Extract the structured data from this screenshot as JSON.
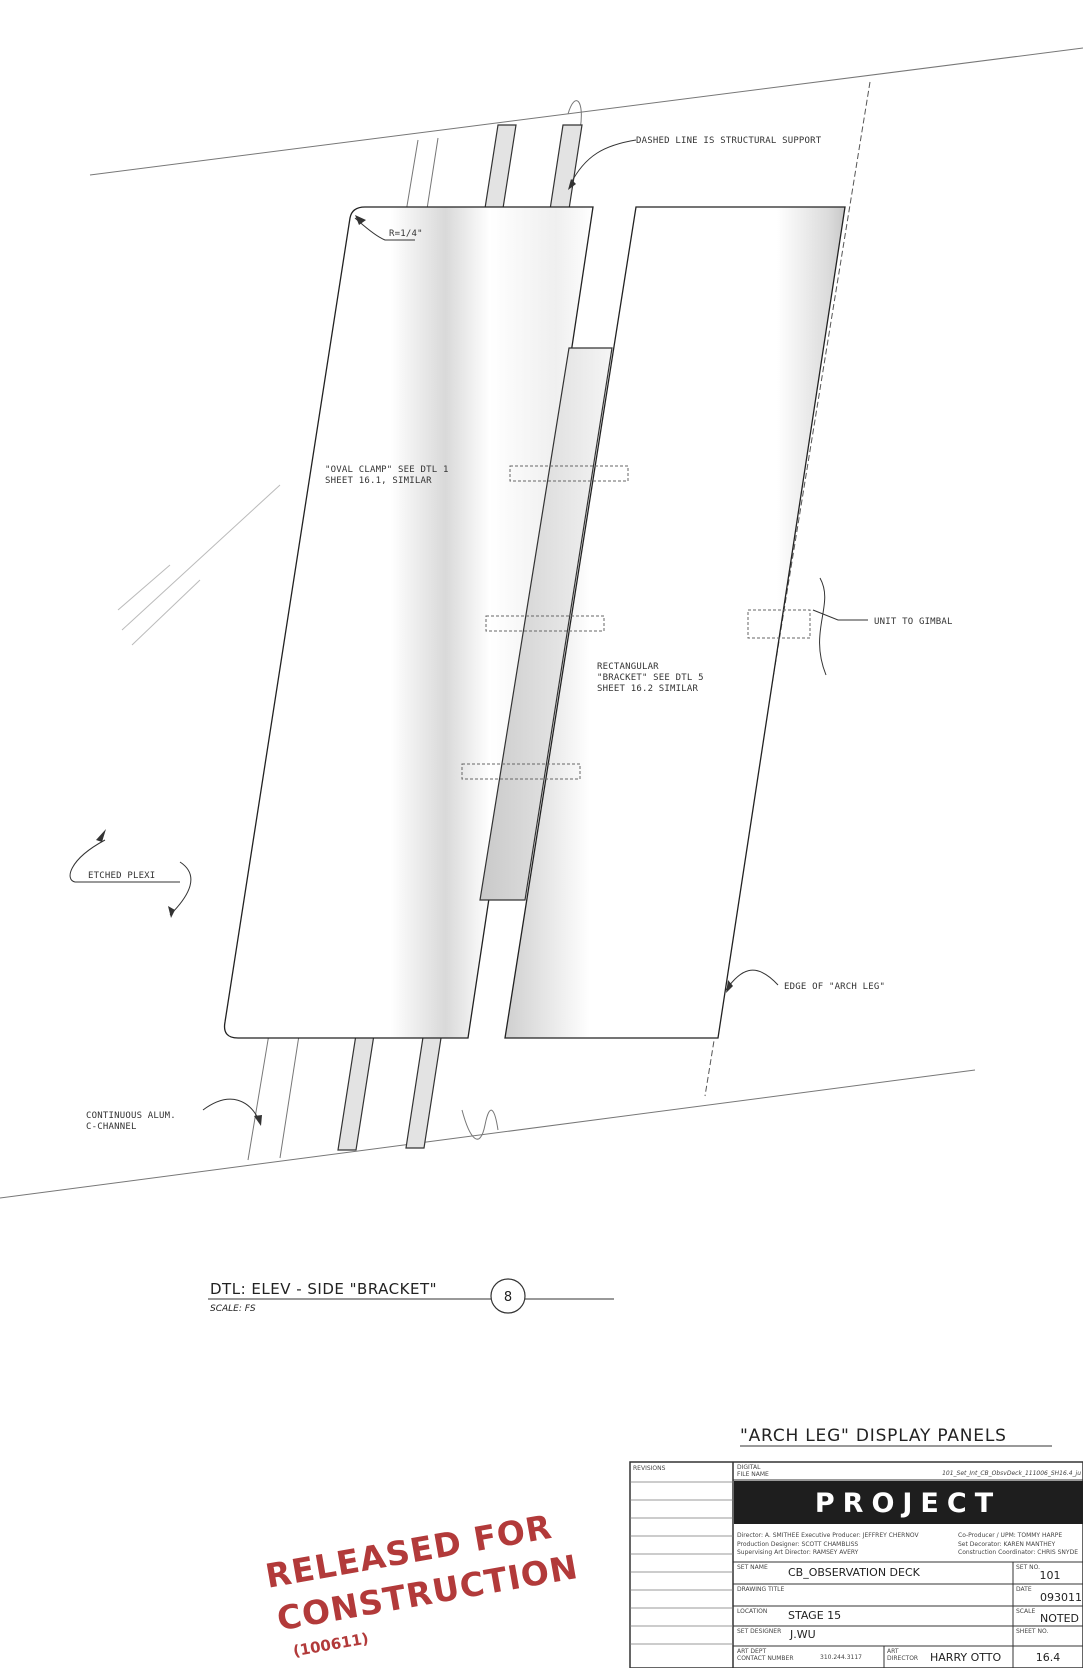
{
  "notes": {
    "dashed_line": "DASHED LINE IS STRUCTURAL SUPPORT",
    "radius": "R=1/4\"",
    "oval_clamp_1": "\"OVAL CLAMP\" SEE DTL 1",
    "oval_clamp_2": "SHEET 16.1, SIMILAR",
    "unit_to_gimbal": "UNIT TO GIMBAL",
    "rect_bracket_1": "RECTANGULAR",
    "rect_bracket_2": "\"BRACKET\" SEE DTL 5",
    "rect_bracket_3": "SHEET 16.2 SIMILAR",
    "etched_plexi": "ETCHED PLEXI",
    "edge_arch_leg": "EDGE OF \"ARCH LEG\"",
    "c_channel_1": "CONTINUOUS ALUM.",
    "c_channel_2": "C-CHANNEL"
  },
  "detail": {
    "title": "DTL: ELEV - SIDE \"BRACKET\"",
    "scale": "SCALE: FS",
    "number": "8"
  },
  "sheet_title": "\"ARCH LEG\" DISPLAY PANELS",
  "stamp": {
    "line1": "RELEASED FOR",
    "line2": "CONSTRUCTION",
    "code": "(100611)"
  },
  "title_block": {
    "revisions_label": "REVISIONS",
    "digital_label_1": "DIGITAL",
    "digital_label_2": "FILE NAME",
    "file_name": "101_Set_Int_CB_ObsvDeck_111006_SH16.4_ju",
    "logo": "PROJECT",
    "credits_left_1": "Director: A. SMITHEE  Executive Producer: JEFFREY CHERNOV",
    "credits_left_2": "Production Designer: SCOTT CHAMBLISS",
    "credits_left_3": "Supervising Art Director: RAMSEY AVERY",
    "credits_right_1": "Co-Producer / UPM: TOMMY HARPE",
    "credits_right_2": "Set Decorator: KAREN MANTHEY",
    "credits_right_3": "Construction Coordinator: CHRIS SNYDE",
    "set_name_label": "SET NAME",
    "set_name": "CB_OBSERVATION DECK",
    "set_no_label": "SET NO.",
    "set_no": "101",
    "drawing_title_label": "DRAWING TITLE",
    "date_label": "DATE",
    "date": "093011",
    "location_label": "LOCATION",
    "location": "STAGE 15",
    "scale_label": "SCALE",
    "scale": "NOTED",
    "designer_label": "SET DESIGNER",
    "designer": "J.WU",
    "sheet_no_label": "SHEET NO.",
    "sheet_no": "16.4",
    "contact_label_1": "ART DEPT",
    "contact_label_2": "CONTACT NUMBER",
    "contact": "310.244.3117",
    "art_dir_label_1": "ART",
    "art_dir_label_2": "DIRECTOR",
    "art_director": "HARRY OTTO"
  }
}
